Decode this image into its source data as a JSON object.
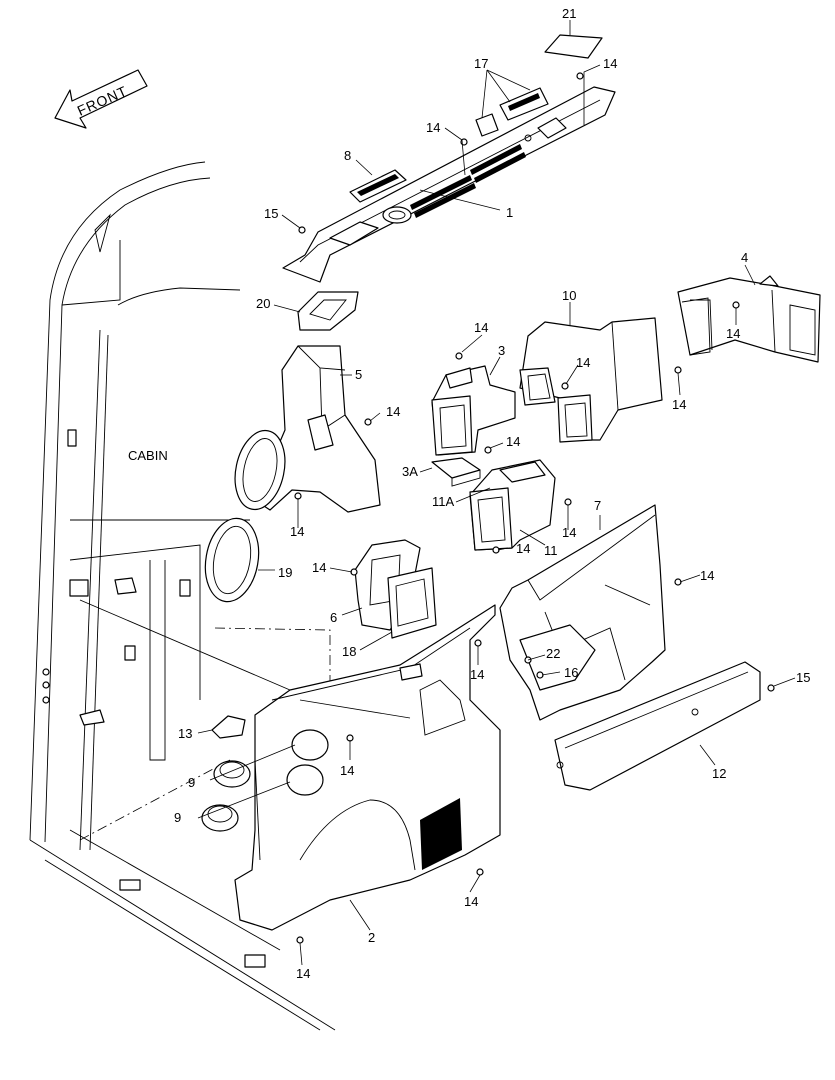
{
  "front_label": "FRONT",
  "cabin_label": "CABIN",
  "callouts": {
    "c1": "1",
    "c2": "2",
    "c3": "3",
    "c3a": "3A",
    "c4": "4",
    "c5": "5",
    "c6": "6",
    "c7": "7",
    "c8": "8",
    "c9a": "9",
    "c9b": "9",
    "c10": "10",
    "c11": "11",
    "c11a": "11A",
    "c12": "12",
    "c13": "13",
    "c14": "14",
    "c15": "15",
    "c16": "16",
    "c17": "17",
    "c18": "18",
    "c19": "19",
    "c20": "20",
    "c21": "21",
    "c22": "22"
  }
}
